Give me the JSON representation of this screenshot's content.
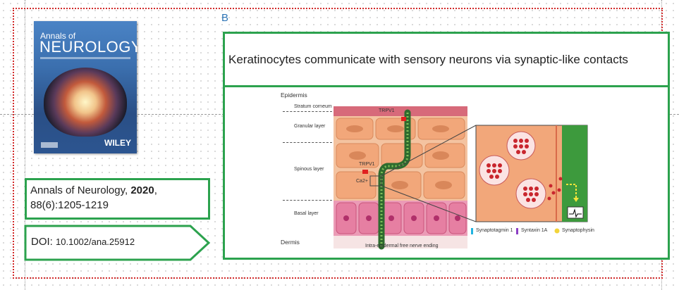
{
  "panel": {
    "label": "B"
  },
  "cover": {
    "title_small": "Annals of",
    "title_large": "NEUROLOGY",
    "publisher": "WILEY"
  },
  "citation": {
    "journal": "Annals of Neurology, ",
    "year": "2020",
    "details": ", 88(6):1205-1219"
  },
  "doi": {
    "label": "DOI: ",
    "value": "10.1002/ana.25912"
  },
  "headline": {
    "text": "Keratinocytes communicate with sensory neurons via synaptic-like contacts"
  },
  "figure": {
    "epidermis": "Epidermis",
    "dermis": "Dermis",
    "layers": [
      "Stratum corneum",
      "Granular layer",
      "Spinous layer",
      "Basal layer"
    ],
    "trpv1_top": "TRPV1",
    "trpv1_mid": "TRPV1",
    "calcium": "Ca2+",
    "nerve_ending": "Intra-epidermal free nerve ending",
    "legend": [
      "Synaptotagmin 1",
      "Syntaxin 1A",
      "Synaptophysin"
    ]
  },
  "colors": {
    "frame": "#d22a2a",
    "box": "#2ca24e",
    "panel_label": "#2e75b6",
    "nerve": "#2e6b2e",
    "keratinocyte": "#f2b48a",
    "basal": "#e88aa6"
  }
}
